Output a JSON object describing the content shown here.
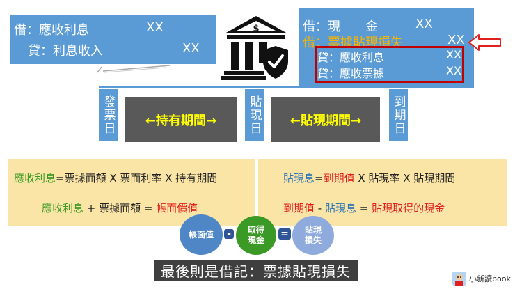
{
  "left_entry": {
    "debit_label": "借：應收利息",
    "debit_amount": "XX",
    "credit_label": "貸：利息收入",
    "credit_amount": "XX"
  },
  "right_entry": {
    "line1_label": "借：現　　金",
    "line1_amount": "XX",
    "line2_label": "借：票據貼現損失",
    "line2_amount": "XX",
    "line3_label": "貸：應收利息",
    "line3_amount": "XX",
    "line4_label": "貸：應收票據",
    "line4_amount": "XX"
  },
  "timeline": {
    "issue_date": "發票日",
    "holding_period": "←持有期間→",
    "discount_date": "貼現日",
    "discount_period": "←貼現期間→",
    "maturity_date": "到期日"
  },
  "formula_left": {
    "interest_receivable": "應收利息",
    "eq1_rest": "=票據面額 X 票面利率 X 持有期間",
    "l2_interest": "應收利息",
    "l2_plus": " + 票據面額 = ",
    "l2_book_value": "帳面價值"
  },
  "formula_right": {
    "discount_interest": "貼現息",
    "eq": "=",
    "maturity_value": "到期值",
    "eq1_rest": " X 貼現率 X 貼現期間",
    "l2_maturity_value": "到期值",
    "l2_minus": " - ",
    "l2_discount_interest": "貼現息",
    "l2_eq": " = ",
    "l2_cash": "貼現取得的現金"
  },
  "circles": {
    "book_value": "帳面值",
    "minus": "-",
    "cash_obtained": "取得現金",
    "equals": "=",
    "discount_loss": "貼現損失"
  },
  "caption": "最後則是借記：票據貼現損失",
  "brand": "小新讀book",
  "colors": {
    "box_blue": "#5b9bd5",
    "period_gray": "#595959",
    "period_text": "#ffff00",
    "formula_bg": "#fbe5a6",
    "green": "#3a9a25",
    "blue": "#2e75b6",
    "red": "#e0201e",
    "highlight_text": "#f4b400",
    "callout_border": "#c00000"
  },
  "icons": [
    "bank-shield-icon",
    "left-arrow-icon",
    "brand-avatar-icon"
  ]
}
